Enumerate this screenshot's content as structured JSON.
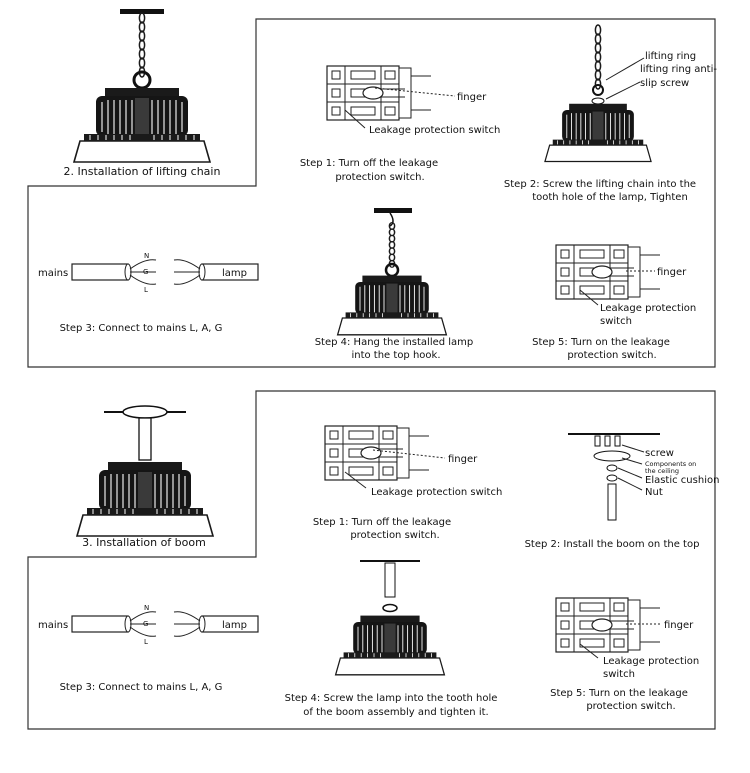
{
  "section1": {
    "title": "2. Installation of lifting chain",
    "step1": {
      "line1": "Step 1: Turn off the leakage",
      "line2": "protection switch.",
      "finger": "finger",
      "switch_label": "Leakage protection switch"
    },
    "step2": {
      "line1": "Step 2: Screw the lifting chain into the",
      "line2": "tooth hole of the lamp,   Tighten",
      "lifting_ring": "lifting ring",
      "anti_slip_1": "lifting ring anti-",
      "anti_slip_2": "slip screw"
    },
    "step3": {
      "caption": "Step 3: Connect to mains L, A, G",
      "mains": "mains",
      "lamp": "lamp",
      "n": "N",
      "g": "G",
      "l": "L"
    },
    "step4": {
      "line1": "Step 4: Hang the installed lamp",
      "line2": "into the top hook."
    },
    "step5": {
      "line1": "Step 5: Turn on the leakage",
      "line2": "protection switch.",
      "finger": "finger",
      "switch_1": "Leakage protection",
      "switch_2": "switch"
    }
  },
  "section2": {
    "title": "3. Installation of boom",
    "step1": {
      "line1": "Step 1: Turn off the leakage",
      "line2": "protection switch.",
      "finger": "finger",
      "switch_label": "Leakage protection switch"
    },
    "step2": {
      "caption": "Step 2: Install the boom on the top",
      "screw": "screw",
      "components_1": "Components on",
      "components_2": "the ceiling",
      "elastic": "Elastic cushion",
      "nut": "Nut"
    },
    "step3": {
      "caption": "Step 3: Connect to mains L, A, G",
      "mains": "mains",
      "lamp": "lamp",
      "n": "N",
      "g": "G",
      "l": "L"
    },
    "step4": {
      "line1": "Step 4: Screw the lamp into the tooth hole",
      "line2": "of the boom assembly and tighten it."
    },
    "step5": {
      "line1": "Step 5: Turn on the leakage",
      "line2": "protection switch.",
      "finger": "finger",
      "switch_1": "Leakage protection",
      "switch_2": "switch"
    }
  }
}
